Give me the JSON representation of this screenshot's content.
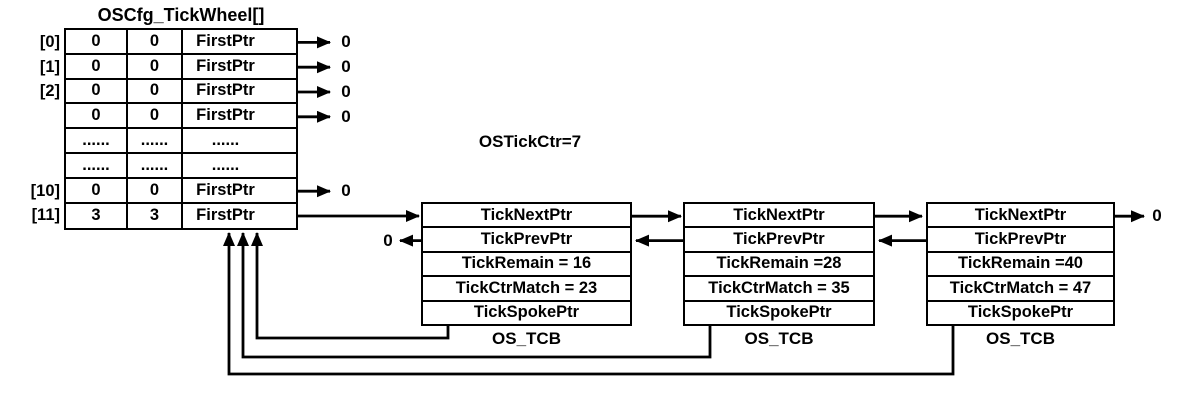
{
  "colors": {
    "ink": "#000000",
    "background": "#ffffff"
  },
  "icons": {
    "pointer_dot": "filled-circle",
    "arrow": "solid-arrowhead"
  },
  "wheel": {
    "title": "OSCfg_TickWheel[]",
    "rows": [
      {
        "label": "[0]",
        "entries": "0",
        "entries_max": "0",
        "first_ptr": "FirstPtr",
        "null_value": "0"
      },
      {
        "label": "[1]",
        "entries": "0",
        "entries_max": "0",
        "first_ptr": "FirstPtr",
        "null_value": "0"
      },
      {
        "label": "[2]",
        "entries": "0",
        "entries_max": "0",
        "first_ptr": "FirstPtr",
        "null_value": "0"
      },
      {
        "label": "",
        "entries": "0",
        "entries_max": "0",
        "first_ptr": "FirstPtr",
        "null_value": "0"
      },
      {
        "label": "",
        "entries": "......",
        "entries_max": "......",
        "first_ptr": "......",
        "null_value": ""
      },
      {
        "label": "",
        "entries": "......",
        "entries_max": "......",
        "first_ptr": "......",
        "null_value": ""
      },
      {
        "label": "[10]",
        "entries": "0",
        "entries_max": "0",
        "first_ptr": "FirstPtr",
        "null_value": "0"
      },
      {
        "label": "[11]",
        "entries": "3",
        "entries_max": "3",
        "first_ptr": "FirstPtr",
        "null_value": ""
      }
    ]
  },
  "tick_counter": "OSTickCtr=7",
  "tcbs": [
    {
      "next_ptr": "TickNextPtr",
      "prev_ptr": "TickPrevPtr",
      "remain": "TickRemain = 16",
      "ctr_match": "TickCtrMatch = 23",
      "spoke_ptr": "TickSpokePtr",
      "type_label": "OS_TCB"
    },
    {
      "next_ptr": "TickNextPtr",
      "prev_ptr": "TickPrevPtr",
      "remain": "TickRemain =28",
      "ctr_match": "TickCtrMatch = 35",
      "spoke_ptr": "TickSpokePtr",
      "type_label": "OS_TCB"
    },
    {
      "next_ptr": "TickNextPtr",
      "prev_ptr": "TickPrevPtr",
      "remain": "TickRemain =40",
      "ctr_match": "TickCtrMatch = 47",
      "spoke_ptr": "TickSpokePtr",
      "type_label": "OS_TCB"
    }
  ],
  "terminators": {
    "prev_null": "0",
    "next_null": "0"
  }
}
